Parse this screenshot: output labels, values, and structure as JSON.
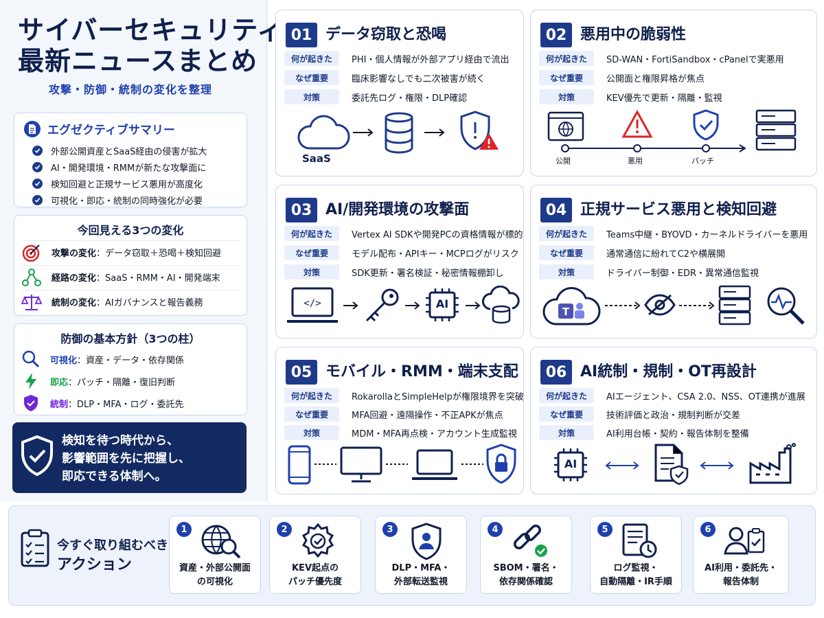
{
  "header": {
    "title_line1": "サイバーセキュリティ",
    "title_line2": "最新ニュースまとめ",
    "subtitle": "攻撃・防御・統制の変化を整理"
  },
  "summary": {
    "title": "エグゼクティブサマリー",
    "items": [
      "外部公開資産とSaaS経由の侵害が拡大",
      "AI・開発環境・RMMが新たな攻撃面に",
      "検知回避と正規サービス悪用が高度化",
      "可視化・即応・統制の同時強化が必要"
    ]
  },
  "changes": {
    "title": "今回見える3つの変化",
    "items": [
      {
        "label": "攻撃の変化",
        "text": "データ窃取＋恐喝＋検知回避"
      },
      {
        "label": "経路の変化",
        "text": "SaaS・RMM・AI・開発端末"
      },
      {
        "label": "統制の変化",
        "text": "AIガバナンスと報告義務"
      }
    ]
  },
  "policy": {
    "title": "防御の基本方針（3つの柱）",
    "items": [
      {
        "label": "可視化",
        "text": "資産・データ・依存関係"
      },
      {
        "label": "即応",
        "text": "パッチ・隔離・復旧判断"
      },
      {
        "label": "統制",
        "text": "DLP・MFA・ログ・委託先"
      }
    ]
  },
  "message": {
    "line1": "検知を待つ時代から、",
    "line2": "影響範囲を先に把握し、",
    "line3": "即応できる体制へ。"
  },
  "tags": {
    "what": "何が起きた",
    "why": "なぜ重要",
    "action": "対策"
  },
  "cards": [
    {
      "num": "01",
      "title": "データ窃取と恐喝",
      "what": "PHI・個人情報が外部アプリ経由で流出",
      "why": "臨床影響なしでも二次被害が続く",
      "action": "委託先ログ・権限・DLP確認",
      "illu_label": "SaaS"
    },
    {
      "num": "02",
      "title": "悪用中の脆弱性",
      "what": "SD-WAN・FortiSandbox・cPanelで実悪用",
      "why": "公開面と権限昇格が焦点",
      "action": "KEV優先で更新・隔離・監視",
      "timeline": [
        "公開",
        "悪用",
        "パッチ"
      ]
    },
    {
      "num": "03",
      "title": "AI/開発環境の攻撃面",
      "what": "Vertex AI SDKや開発PCの資格情報が標的",
      "why": "モデル配布・APIキー・MCPログがリスク",
      "action": "SDK更新・署名検証・秘密情報棚卸し",
      "illu_label": "AI"
    },
    {
      "num": "04",
      "title": "正規サービス悪用と検知回避",
      "what": "Teams中継・BYOVD・カーネルドライバーを悪用",
      "why": "通常通信に紛れてC2や横展開",
      "action": "ドライバー制御・EDR・異常通信監視"
    },
    {
      "num": "05",
      "title": "モバイル・RMM・端末支配",
      "what": "RokarollaとSimpleHelpが権限境界を突破",
      "why": "MFA回避・遠隔操作・不正APKが焦点",
      "action": "MDM・MFA再点検・アカウント生成監視"
    },
    {
      "num": "06",
      "title": "AI統制・規制・OT再設計",
      "what": "AIエージェント、CSA 2.0、NSS、OT連携が進展",
      "why": "技術評価と政治・規制判断が交差",
      "action": "AI利用台帳・契約・報告体制を整備",
      "illu_label": "AI"
    }
  ],
  "actions": {
    "title_line1": "今すぐ取り組むべき",
    "title_line2": "アクション",
    "items": [
      {
        "num": "1",
        "line1": "資産・外部公開面",
        "line2": "の可視化",
        "icon": "globe-search-icon"
      },
      {
        "num": "2",
        "line1": "KEV起点の",
        "line2": "パッチ優先度",
        "icon": "gear-check-icon"
      },
      {
        "num": "3",
        "line1": "DLP・MFA・",
        "line2": "外部転送監視",
        "icon": "user-shield-icon"
      },
      {
        "num": "4",
        "line1": "SBOM・署名・",
        "line2": "依存関係確認",
        "icon": "chain-check-icon"
      },
      {
        "num": "5",
        "line1": "ログ監視・",
        "line2": "自動隔離・IR手順",
        "icon": "log-clock-icon"
      },
      {
        "num": "6",
        "line1": "AI利用・委託先・",
        "line2": "報告体制",
        "icon": "user-clipboard-icon"
      }
    ]
  },
  "colors": {
    "navy": "#0f1f4d",
    "accent": "#1e40af",
    "badge": "#1e3a8a",
    "danger": "#dc2626",
    "green": "#16a34a",
    "purple": "#6d28d9"
  }
}
